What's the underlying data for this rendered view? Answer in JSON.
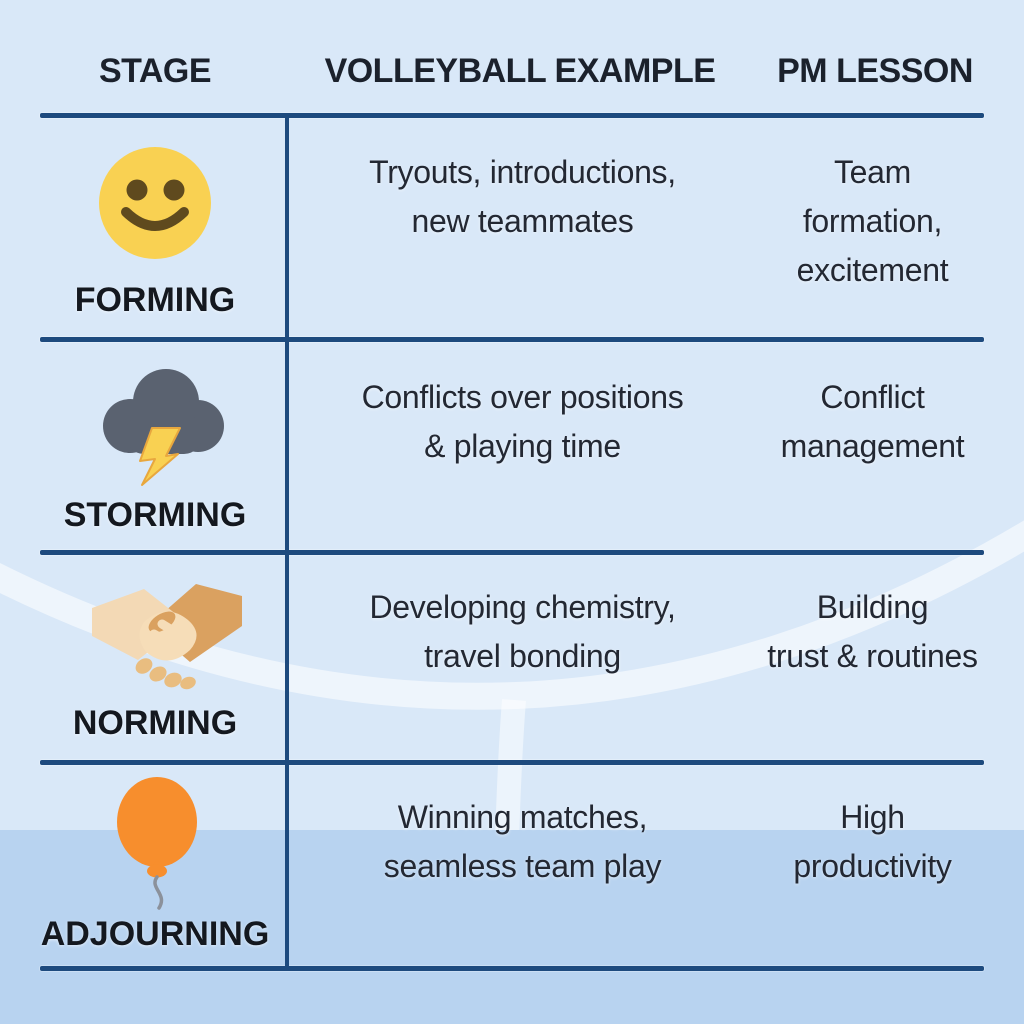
{
  "table": {
    "columns": [
      "STAGE",
      "VOLLEYBALL EXAMPLE",
      "PM LESSON"
    ],
    "rows": [
      {
        "stage": "FORMING",
        "icon": "smiley-face-icon",
        "example_lines": [
          "Tryouts, introductions,",
          "new teammates"
        ],
        "lesson_lines": [
          "Team",
          "formation,",
          "excitement"
        ]
      },
      {
        "stage": "STORMING",
        "icon": "storm-cloud-lightning-icon",
        "example_lines": [
          "Conflicts over positions",
          "& playing time"
        ],
        "lesson_lines": [
          "Conflict",
          "management"
        ]
      },
      {
        "stage": "NORMING",
        "icon": "handshake-icon",
        "example_lines": [
          "Developing chemistry,",
          "travel bonding"
        ],
        "lesson_lines": [
          "Building",
          "trust & routines"
        ]
      },
      {
        "stage": "ADJOURNING",
        "icon": "balloon-icon",
        "example_lines": [
          "Winning matches,",
          "seamless team play"
        ],
        "lesson_lines": [
          "High",
          "productivity"
        ]
      }
    ]
  },
  "colors": {
    "background": "#d9e8f8",
    "floor_band": "#b8d3f0",
    "table_line": "#1d4a7e",
    "header_text": "#1b212c",
    "body_text": "#232833",
    "smiley_yellow": "#f9d152",
    "smiley_features": "#5f4a1e",
    "cloud_gray": "#5a6270",
    "bolt_yellow": "#f9d152",
    "hand_light": "#f3d9b5",
    "hand_tan": "#daa160",
    "balloon_orange": "#f78e2d",
    "string_gray": "#8b919b",
    "decor_white": "#ffffff"
  }
}
